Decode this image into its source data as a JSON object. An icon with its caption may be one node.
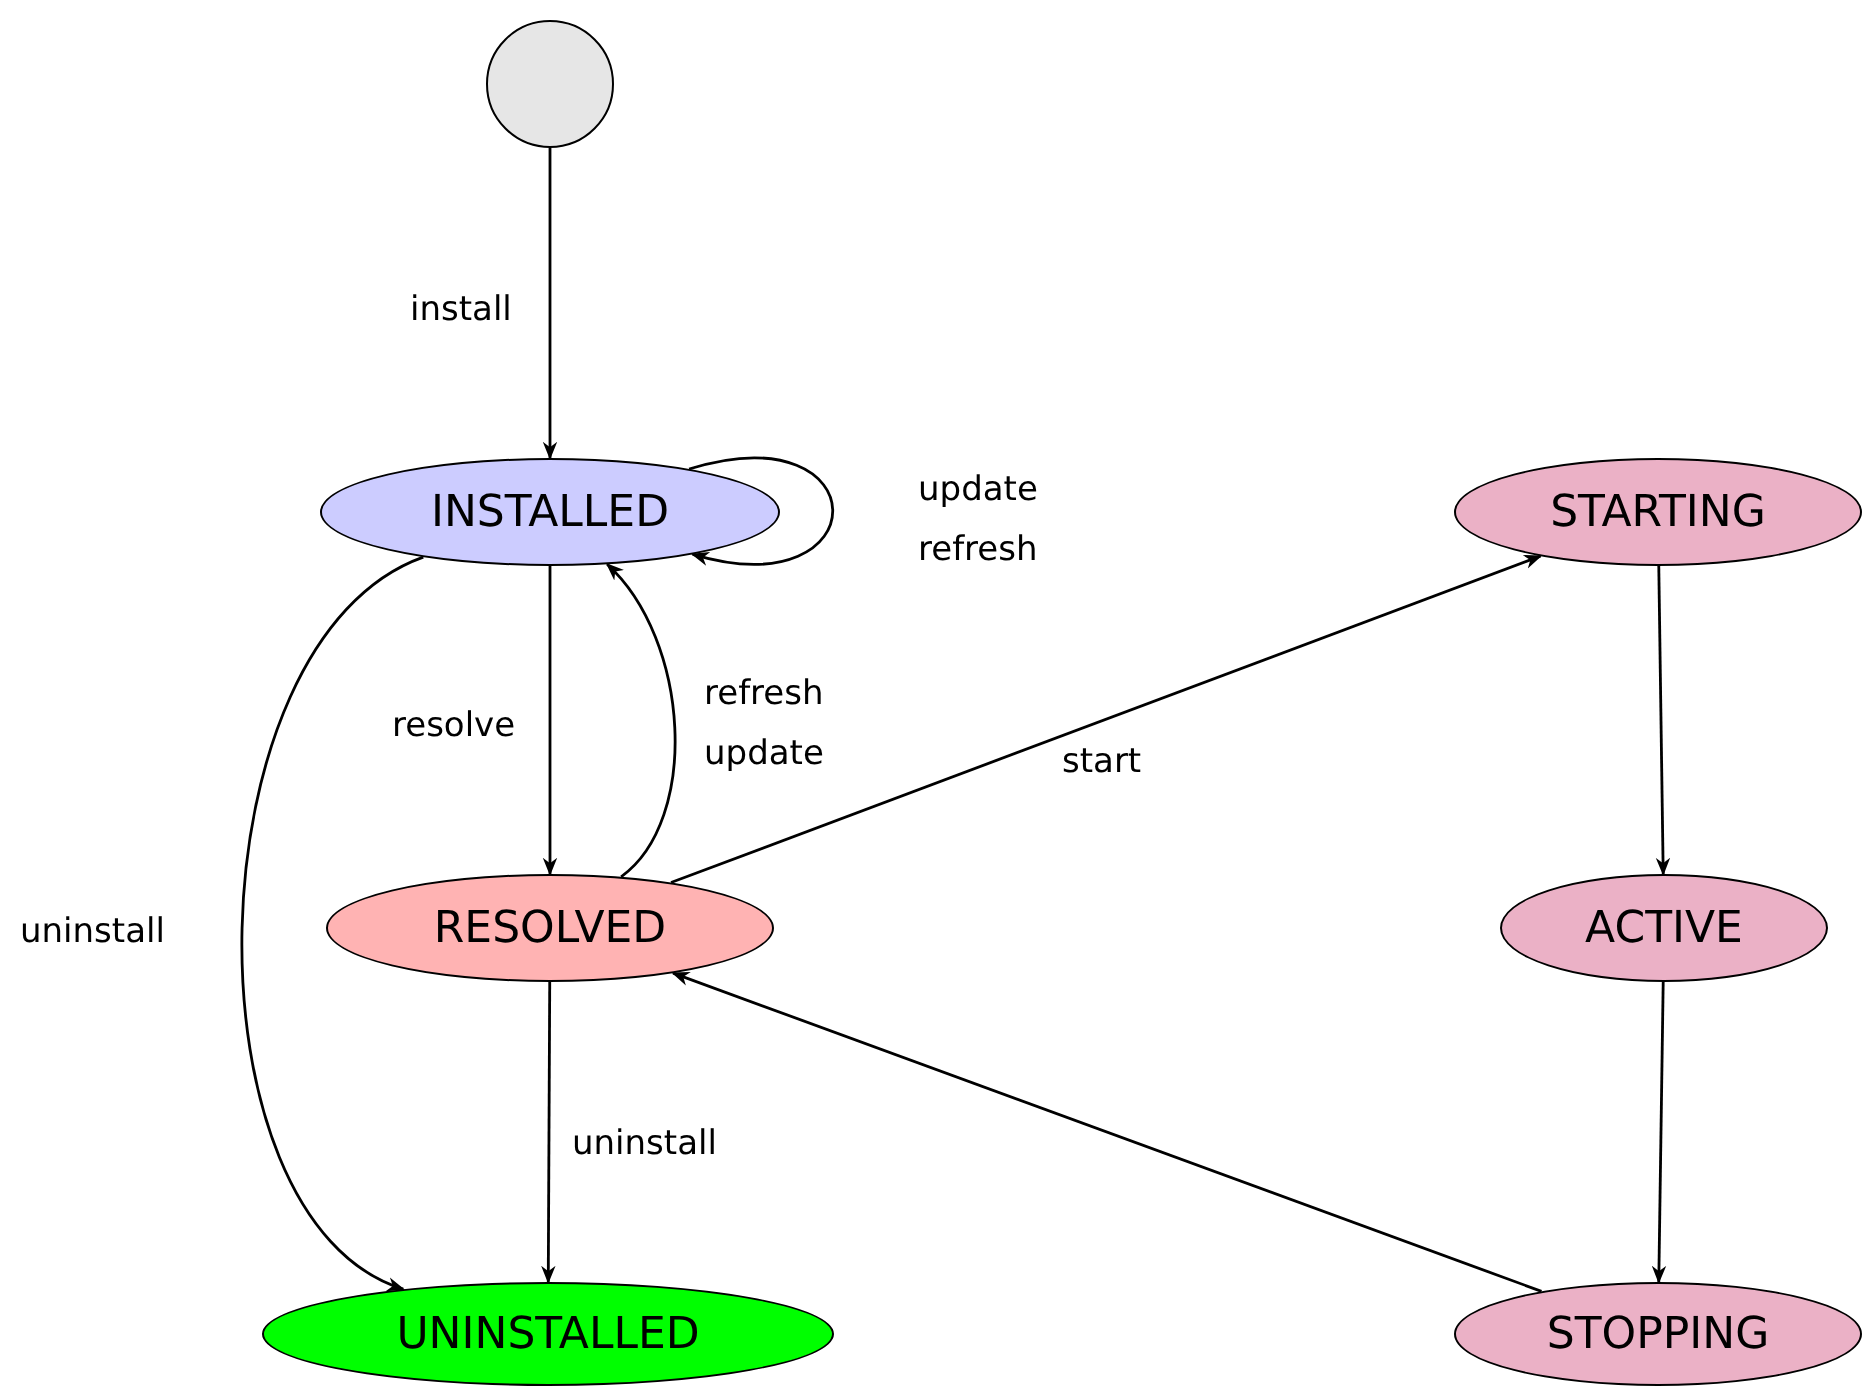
{
  "diagram": {
    "nodes": [
      {
        "text": [],
        "shape": "circle"
      },
      {
        "text": [
          "INSTALLED"
        ]
      },
      {
        "text": [
          "RESOLVED"
        ]
      },
      {
        "text": [
          "UNINSTALLED"
        ]
      },
      {
        "text": [
          "STARTING"
        ]
      },
      {
        "text": [
          "ACTIVE"
        ]
      },
      {
        "text": [
          "STOPPING"
        ]
      }
    ],
    "edges": [
      {
        "from": 0,
        "to": 1,
        "arrow": "to",
        "label": "install"
      },
      {
        "from": 1,
        "to": 1,
        "arrow": "to",
        "label": "update refresh"
      },
      {
        "from": 1,
        "to": 2,
        "arrow": "to",
        "label": "resolve"
      },
      {
        "from": 2,
        "to": 1,
        "arrow": "to",
        "label": "refresh update"
      },
      {
        "from": 1,
        "to": 3,
        "arrow": "to",
        "label": "uninstall"
      },
      {
        "from": 2,
        "to": 3,
        "arrow": "to",
        "label": "uninstall"
      },
      {
        "from": 2,
        "to": 4,
        "arrow": "to",
        "label": "start"
      },
      {
        "from": 4,
        "to": 5,
        "arrow": "to"
      },
      {
        "from": 5,
        "to": 6,
        "arrow": "to"
      },
      {
        "from": 6,
        "to": 2,
        "arrow": "to"
      }
    ]
  }
}
